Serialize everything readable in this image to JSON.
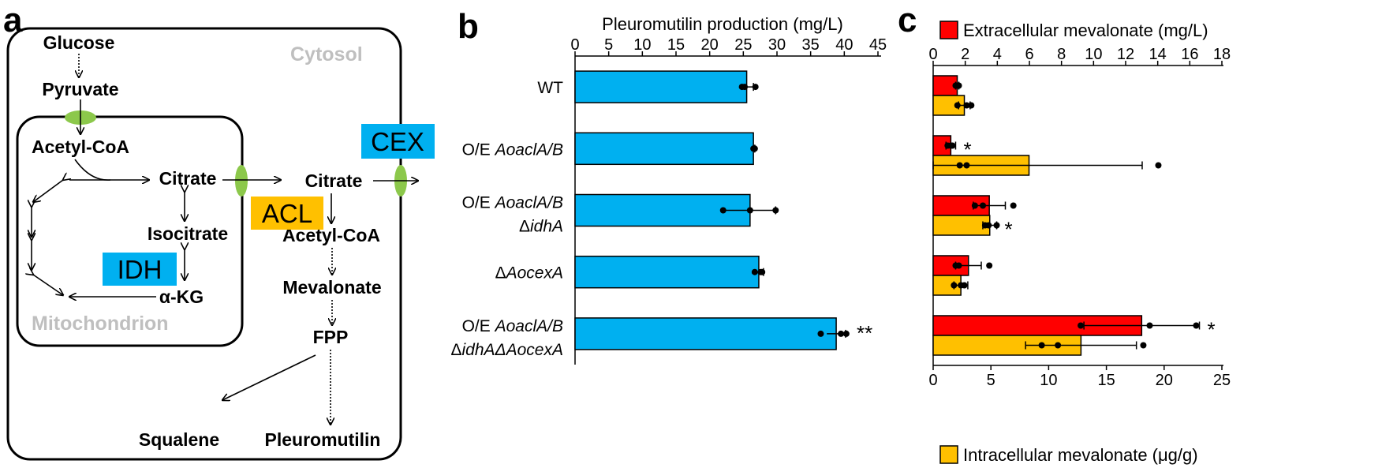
{
  "panel_letters": {
    "a": "a",
    "b": "b",
    "c": "c"
  },
  "panel_a": {
    "nodes": {
      "glucose": "Glucose",
      "pyruvate": "Pyruvate",
      "acetyl_coa_mito": "Acetyl-CoA",
      "citrate_mito": "Citrate",
      "isocitrate": "Isocitrate",
      "akg": "α-KG",
      "citrate_cyto": "Citrate",
      "acetyl_coa_cyto": "Acetyl-CoA",
      "mevalonate": "Mevalonate",
      "fpp": "FPP",
      "squalene": "Squalene",
      "pleuromutilin": "Pleuromutilin"
    },
    "compartments": {
      "cytosol": "Cytosol",
      "mitochondrion": "Mitochondrion"
    },
    "enzymes": {
      "cex": {
        "label": "CEX",
        "color": "#00b0f0"
      },
      "acl": {
        "label": "ACL",
        "color": "#ffc000"
      },
      "idh": {
        "label": "IDH",
        "color": "#00b0f0"
      }
    },
    "transporter_color": "#8cc84b"
  },
  "chart_data": [
    {
      "type": "bar",
      "orientation": "horizontal",
      "title": "Pleuromutilin production (mg/L)",
      "xlim": [
        0,
        45
      ],
      "xticks": [
        "0",
        "5",
        "10",
        "15",
        "20",
        "25",
        "30",
        "35",
        "40",
        "45"
      ],
      "color": "#00b0f0",
      "categories": [
        {
          "line1": "WT",
          "line1_italic": "",
          "line2": "",
          "line2_italic": ""
        },
        {
          "line1": "O/E ",
          "line1_italic": "AoaclA/B",
          "line2": "",
          "line2_italic": ""
        },
        {
          "line1": "O/E ",
          "line1_italic": "AoaclA/B",
          "line2": "Δ",
          "line2_italic": "idhA"
        },
        {
          "line1": "Δ",
          "line1_italic": "AocexA",
          "line2": "",
          "line2_italic": ""
        },
        {
          "line1": "O/E ",
          "line1_italic": "AoaclA/B",
          "line2": "Δ",
          "line2_italic": "idhAΔAocexA"
        }
      ],
      "values": [
        25.5,
        26.5,
        26.0,
        27.3,
        38.8
      ],
      "errors": [
        1.0,
        0.2,
        3.8,
        0.7,
        1.4
      ],
      "points": [
        [
          24.8,
          26.8,
          25.2
        ],
        [
          26.7,
          26.5,
          26.6
        ],
        [
          22.0,
          26.0,
          29.8
        ],
        [
          26.7,
          27.8,
          27.6
        ],
        [
          36.5,
          39.5,
          40.3
        ]
      ],
      "significance": [
        "",
        "",
        "",
        "",
        "**"
      ]
    },
    {
      "type": "bar",
      "orientation": "horizontal",
      "top_axis": {
        "legend": "Extracellular mevalonate (mg/L)",
        "color": "#ff0000",
        "xlim": [
          0,
          18
        ],
        "ticks": [
          "0",
          "2",
          "4",
          "6",
          "8",
          "10",
          "12",
          "14",
          "16",
          "18"
        ]
      },
      "bottom_axis": {
        "legend": "Intracellular mevalonate (μg/g)",
        "color": "#ffc000",
        "xlim": [
          0,
          25
        ],
        "ticks": [
          "0",
          "5",
          "10",
          "15",
          "20",
          "25"
        ]
      },
      "series": [
        {
          "name": "Extracellular mevalonate (mg/L)",
          "axis": "top",
          "values": [
            1.5,
            1.1,
            3.5,
            2.2,
            13.0
          ],
          "errors": [
            0.1,
            0.3,
            1.0,
            0.8,
            3.6
          ],
          "points": [
            [
              1.5,
              1.4,
              1.6
            ],
            [
              0.9,
              1.2,
              1.1
            ],
            [
              2.6,
              3.1,
              5.0
            ],
            [
              1.4,
              1.6,
              3.5
            ],
            [
              9.2,
              13.5,
              16.4
            ]
          ],
          "significance": [
            "",
            "*",
            "",
            "",
            "*"
          ]
        },
        {
          "name": "Intracellular mevalonate (μg/g)",
          "axis": "bottom",
          "values": [
            2.7,
            8.3,
            4.9,
            2.4,
            12.8
          ],
          "errors": [
            0.5,
            9.8,
            0.6,
            0.6,
            4.8
          ],
          "points": [
            [
              2.1,
              2.9,
              3.3
            ],
            [
              2.3,
              2.9,
              19.5
            ],
            [
              4.5,
              4.8,
              5.5
            ],
            [
              1.8,
              2.4,
              2.7
            ],
            [
              9.4,
              10.8,
              18.2
            ]
          ],
          "significance": [
            "",
            "",
            "*",
            "",
            ""
          ]
        }
      ]
    }
  ]
}
